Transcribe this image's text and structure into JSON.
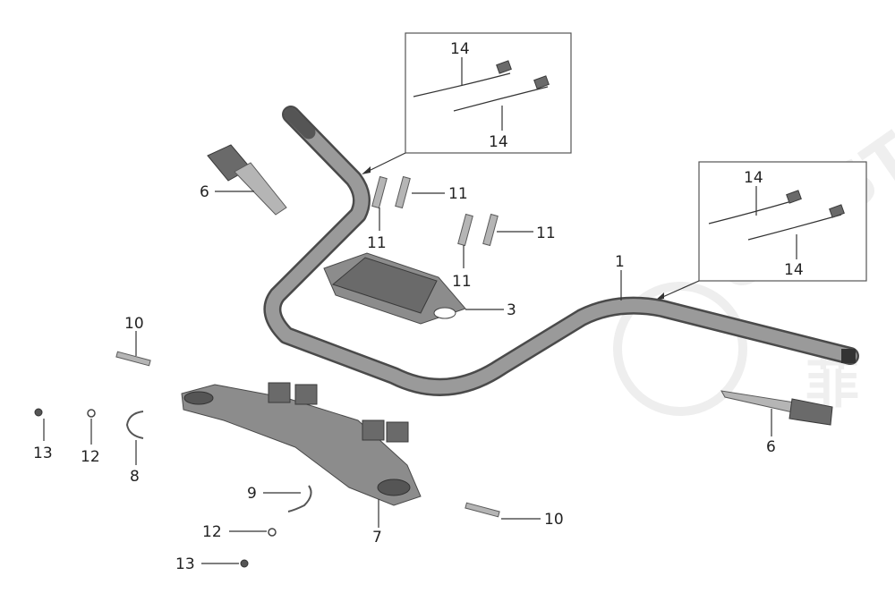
{
  "callouts": {
    "c1": "1",
    "c3": "3",
    "c6a": "6",
    "c6b": "6",
    "c7": "7",
    "c8": "8",
    "c9": "9",
    "c10a": "10",
    "c10b": "10",
    "c11a": "11",
    "c11b": "11",
    "c11c": "11",
    "c11d": "11",
    "c12a": "12",
    "c12b": "12",
    "c13a": "13",
    "c13b": "13",
    "c14a": "14",
    "c14b": "14",
    "c14c": "14",
    "c14d": "14"
  },
  "watermark": {
    "text": "CREST",
    "subtext": "菲"
  }
}
